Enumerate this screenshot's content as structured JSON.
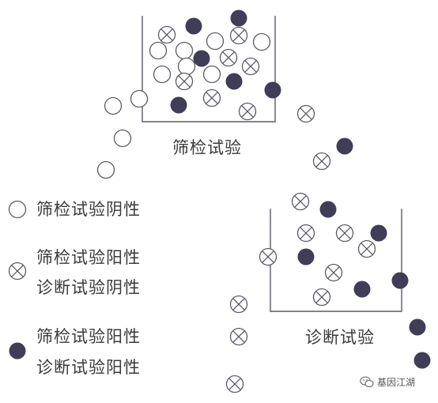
{
  "colors": {
    "stroke": "#5a5a66",
    "filled": "#3f3d57",
    "text": "#3a3a3a"
  },
  "labels": {
    "screening_box": "筛检试验",
    "diagnostic_box": "诊断试验"
  },
  "legend": [
    {
      "icon": "open-circle-icon",
      "lines": [
        "筛检试验阴性"
      ]
    },
    {
      "icon": "crossed-circle-icon",
      "lines": [
        "筛检试验阳性",
        "诊断试验阴性"
      ]
    },
    {
      "icon": "filled-circle-icon",
      "lines": [
        "筛检试验阳性",
        "诊断试验阳性"
      ]
    }
  ],
  "watermark": {
    "text": "基因江湖",
    "icon": "wechat-icon"
  }
}
